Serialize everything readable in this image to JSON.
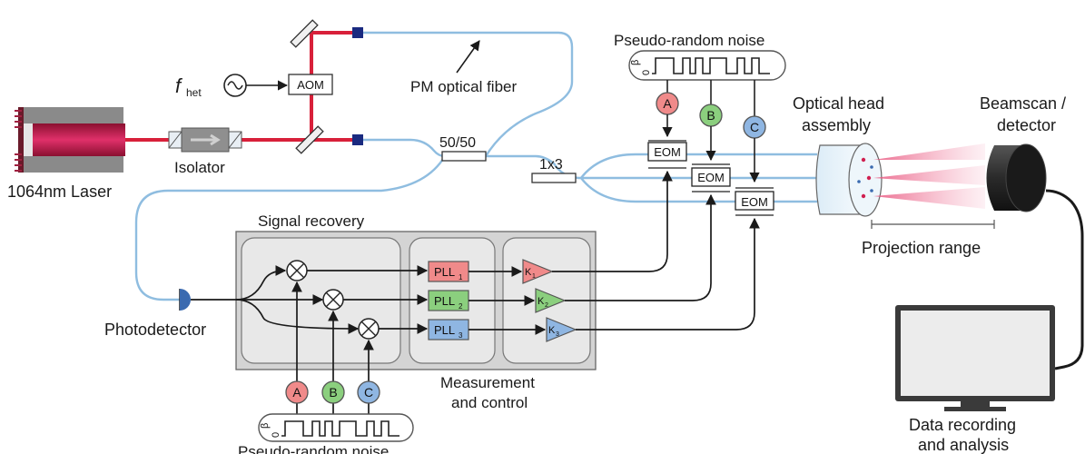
{
  "colors": {
    "laser_beam": "#d8203a",
    "fiber": "#8fbde0",
    "code_a": "#f08a8a",
    "code_b": "#8bcf7e",
    "code_c": "#8fb6e2",
    "panel": "#d4d4d4",
    "sub_panel": "#e8e8e8"
  },
  "labels": {
    "laser": "1064nm Laser",
    "isolator": "Isolator",
    "f_het": "f",
    "f_het_sub": "het",
    "aom": "AOM",
    "pm_fiber": "PM optical fiber",
    "splitter_5050": "50/50",
    "splitter_1x3": "1x3",
    "prn_top": "Pseudo-random noise",
    "prn_bottom": "Pseudo-random noise",
    "beta": "β",
    "zero": "0",
    "code_a": "A",
    "code_b": "B",
    "code_c": "C",
    "eom": "EOM",
    "optical_head": [
      "Optical head",
      "assembly"
    ],
    "beamscan": [
      "Beamscan /",
      "detector"
    ],
    "projection_range": "Projection range",
    "signal_recovery": "Signal recovery",
    "photodetector": "Photodetector",
    "pll": "PLL",
    "pll_subs": [
      "1",
      "2",
      "3"
    ],
    "k": "K",
    "k_subs": [
      "1",
      "2",
      "3"
    ],
    "measurement": [
      "Measurement",
      "and control"
    ],
    "data_recording": [
      "Data recording",
      "and analysis"
    ]
  },
  "icons": [
    "laser-icon",
    "isolator-icon",
    "mirror-icon",
    "fiber-coupler-icon",
    "signal-generator-icon",
    "mixer-icon",
    "amplifier-icon",
    "photodetector-icon",
    "optical-head-icon",
    "detector-icon",
    "monitor-icon"
  ]
}
